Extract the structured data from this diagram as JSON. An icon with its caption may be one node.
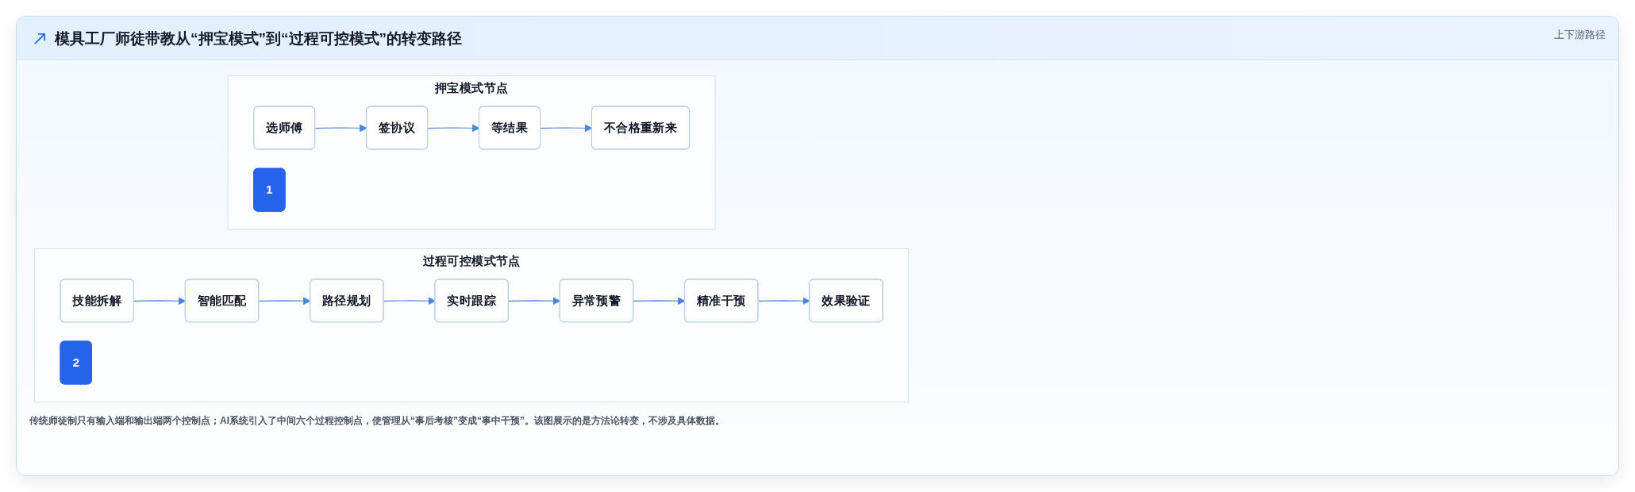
{
  "diagram": {
    "title": "模具工厂师徒带教从“押宝模式”到“过程可控模式”的转变路径",
    "caption": "传统师徒制只有输入端和输出端两个控制点；AI系统引入了中间六个过程控制点，使管理从“事后考核”变成“事中干预”。该图展示的是方法论转变，不涉及具体数据。",
    "nodes": [
      {
        "text": [
          "押宝模式节点"
        ]
      },
      {
        "text": [
          "1"
        ],
        "in": 0
      },
      {
        "text": [
          "选师傅"
        ],
        "in": 0
      },
      {
        "text": [
          "签协议"
        ],
        "in": 0
      },
      {
        "text": [
          "等结果"
        ],
        "in": 0
      },
      {
        "text": [
          "不合格重新来"
        ],
        "in": 0
      },
      {
        "text": [
          "过程可控模式节点"
        ]
      },
      {
        "text": [
          "2"
        ],
        "in": 6
      },
      {
        "text": [
          "技能拆解"
        ],
        "in": 6
      },
      {
        "text": [
          "智能匹配"
        ],
        "in": 6
      },
      {
        "text": [
          "路径规划"
        ],
        "in": 6
      },
      {
        "text": [
          "实时跟踪"
        ],
        "in": 6
      },
      {
        "text": [
          "异常预警"
        ],
        "in": 6
      },
      {
        "text": [
          "精准干预"
        ],
        "in": 6
      },
      {
        "text": [
          "效果验证"
        ],
        "in": 6
      }
    ],
    "edges": [
      {
        "from": 2,
        "to": 3,
        "arrow": "to"
      },
      {
        "from": 3,
        "to": 4,
        "arrow": "to"
      },
      {
        "from": 4,
        "to": 5,
        "arrow": "to"
      },
      {
        "from": 8,
        "to": 9,
        "arrow": "to"
      },
      {
        "from": 9,
        "to": 10,
        "arrow": "to"
      },
      {
        "from": 10,
        "to": 11,
        "arrow": "to"
      },
      {
        "from": 11,
        "to": 12,
        "arrow": "to"
      },
      {
        "from": 12,
        "to": 13,
        "arrow": "to"
      },
      {
        "from": 13,
        "to": 14,
        "arrow": "to"
      }
    ],
    "labels": [
      "上下游路径"
    ]
  }
}
